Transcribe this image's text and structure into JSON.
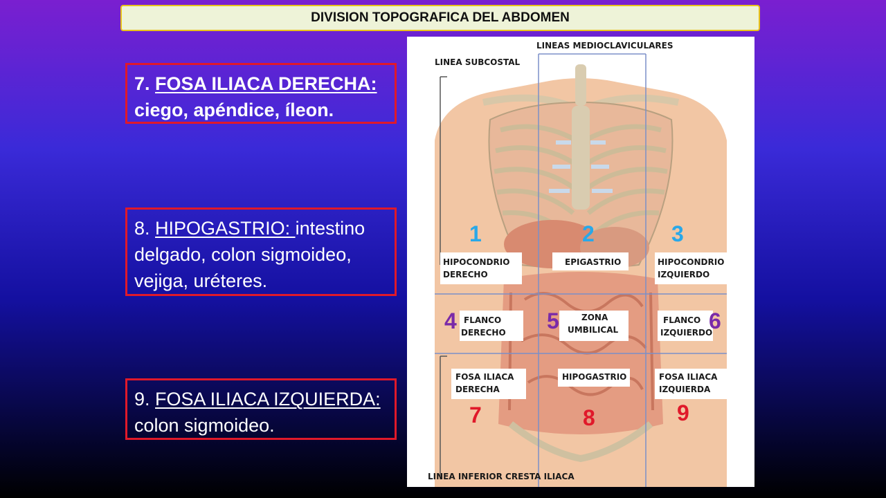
{
  "title": "DIVISION TOPOGRAFICA DEL ABDOMEN",
  "cards": [
    {
      "number": "7.",
      "heading": "FOSA ILIACA DERECHA:",
      "body": "ciego, apéndice, íleon."
    },
    {
      "number": "8.",
      "heading": "HIPOGASTRIO: ",
      "body": "intestino delgado, colon sigmoideo, vejiga, uréteres."
    },
    {
      "number": "9.",
      "heading": "FOSA ILIACA IZQUIERDA:",
      "body": "colon sigmoideo."
    }
  ],
  "figure": {
    "top_label": "LINEAS MEDIOCLAVICULARES",
    "subcostal_label": "LINEA SUBCOSTAL",
    "bottom_label": "LINEA INFERIOR CRESTA ILIACA",
    "regions": [
      {
        "number": "1",
        "line1": "HIPOCONDRIO",
        "line2": "DERECHO",
        "color": "#29a8e8"
      },
      {
        "number": "2",
        "line1": "EPIGASTRIO",
        "line2": "",
        "color": "#29a8e8"
      },
      {
        "number": "3",
        "line1": "HIPOCONDRIO",
        "line2": "IZQUIERDO",
        "color": "#29a8e8"
      },
      {
        "number": "4",
        "line1": "FLANCO",
        "line2": "DERECHO",
        "color": "#7a2aa8"
      },
      {
        "number": "5",
        "line1": "ZONA",
        "line2": "UMBILICAL",
        "color": "#7a2aa8"
      },
      {
        "number": "6",
        "line1": "FLANCO",
        "line2": "IZQUIERDO",
        "color": "#7a2aa8"
      },
      {
        "number": "7",
        "line1": "FOSA ILIACA",
        "line2": "DERECHA",
        "color": "#e0192a"
      },
      {
        "number": "8",
        "line1": "HIPOGASTRIO",
        "line2": "",
        "color": "#e0192a"
      },
      {
        "number": "9",
        "line1": "FOSA ILIACA",
        "line2": "IZQUIERDA",
        "color": "#e0192a"
      }
    ]
  }
}
